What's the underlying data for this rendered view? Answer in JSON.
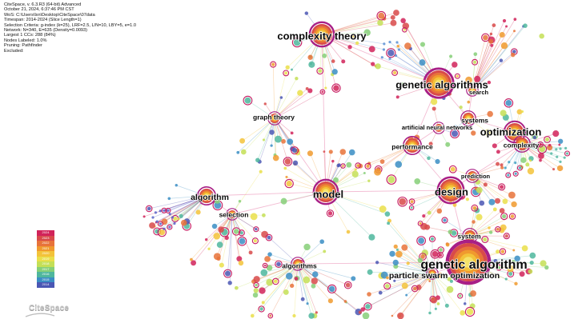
{
  "header": {
    "lines": [
      "CiteSpace, v. 6.3.R3 (64-bit) Advanced",
      "October 21, 2024, 6:37:46 PM CST",
      "WoS: C:\\Users\\lxn\\Desktop\\CiteSpace\\07data",
      "Timespan: 2014-2024 (Slice Length=1)",
      "Selection Criteria: g-index (k=25), LRF=2.5, L/N=10, LBY=5, e=1.0",
      "Network: N=340, E=635 (Density=0.0093)",
      "Largest 1 CCs: 288 (84%)",
      "Nodes Labeled: 1.0%",
      "Pruning: Pathfinder",
      "Excluded:"
    ]
  },
  "network": {
    "labels": [
      {
        "text": "complexity theory",
        "size": "xl"
      },
      {
        "text": "genetic algorithms",
        "size": "xl"
      },
      {
        "text": "search",
        "size": "s"
      },
      {
        "text": "graph theory",
        "size": "m"
      },
      {
        "text": "systems",
        "size": "m"
      },
      {
        "text": "artificial neural networks",
        "size": "s"
      },
      {
        "text": "optimization",
        "size": "xl"
      },
      {
        "text": "performance",
        "size": "m"
      },
      {
        "text": "complexity",
        "size": "m"
      },
      {
        "text": "prediction",
        "size": "s"
      },
      {
        "text": "algorithm",
        "size": "l"
      },
      {
        "text": "model",
        "size": "xl"
      },
      {
        "text": "design",
        "size": "xl"
      },
      {
        "text": "selection",
        "size": "m"
      },
      {
        "text": "system",
        "size": "m"
      },
      {
        "text": "algorithms",
        "size": "m"
      },
      {
        "text": "genetic algorithm",
        "size": "xxl"
      },
      {
        "text": "particle swarm optimization",
        "size": "l"
      }
    ]
  },
  "legend": {
    "years": [
      "2024",
      "2023",
      "2022",
      "2021",
      "2020",
      "2019",
      "2018",
      "2017",
      "2016",
      "2015",
      "2014"
    ],
    "colors": [
      "#d1235a",
      "#d84a4a",
      "#e7733a",
      "#f09a2e",
      "#f3c33a",
      "#eadf4a",
      "#c4df56",
      "#86cf78",
      "#4fb79d",
      "#3b8ec4",
      "#4b57b4"
    ]
  },
  "logo": {
    "text": "CiteSpace"
  }
}
